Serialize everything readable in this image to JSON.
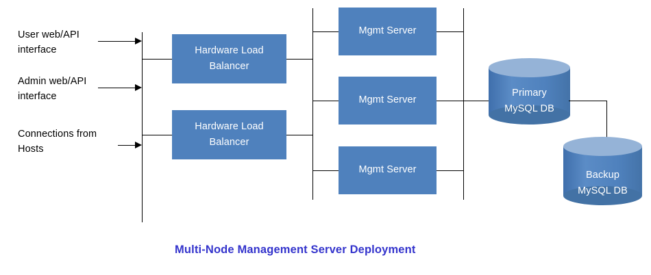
{
  "diagram": {
    "caption": "Multi-Node Management Server Deployment",
    "caption_color": "#3333CC",
    "background": "#ffffff",
    "node_fill": "#4F81BD",
    "cylinder_top_fill": "#95B3D7",
    "line_color": "#000000",
    "node_text_color": "#ffffff",
    "label_text_color": "#000000"
  },
  "inputs": [
    {
      "id": "user-web-api",
      "label": "User web/API\ninterface"
    },
    {
      "id": "admin-web-api",
      "label": "Admin web/API\ninterface"
    },
    {
      "id": "connections-from-hosts",
      "label": "Connections from\nHosts"
    }
  ],
  "load_balancers": [
    {
      "id": "load-balancer-1",
      "label": "Hardware Load\nBalancer"
    },
    {
      "id": "load-balancer-2",
      "label": "Hardware Load\nBalancer"
    }
  ],
  "mgmt_servers": [
    {
      "id": "mgmt-server-1",
      "label": "Mgmt Server"
    },
    {
      "id": "mgmt-server-2",
      "label": "Mgmt Server"
    },
    {
      "id": "mgmt-server-3",
      "label": "Mgmt Server"
    }
  ],
  "databases": [
    {
      "id": "primary-mysql-db",
      "label": "Primary\nMySQL DB"
    },
    {
      "id": "backup-mysql-db",
      "label": "Backup\nMySQL DB"
    }
  ]
}
